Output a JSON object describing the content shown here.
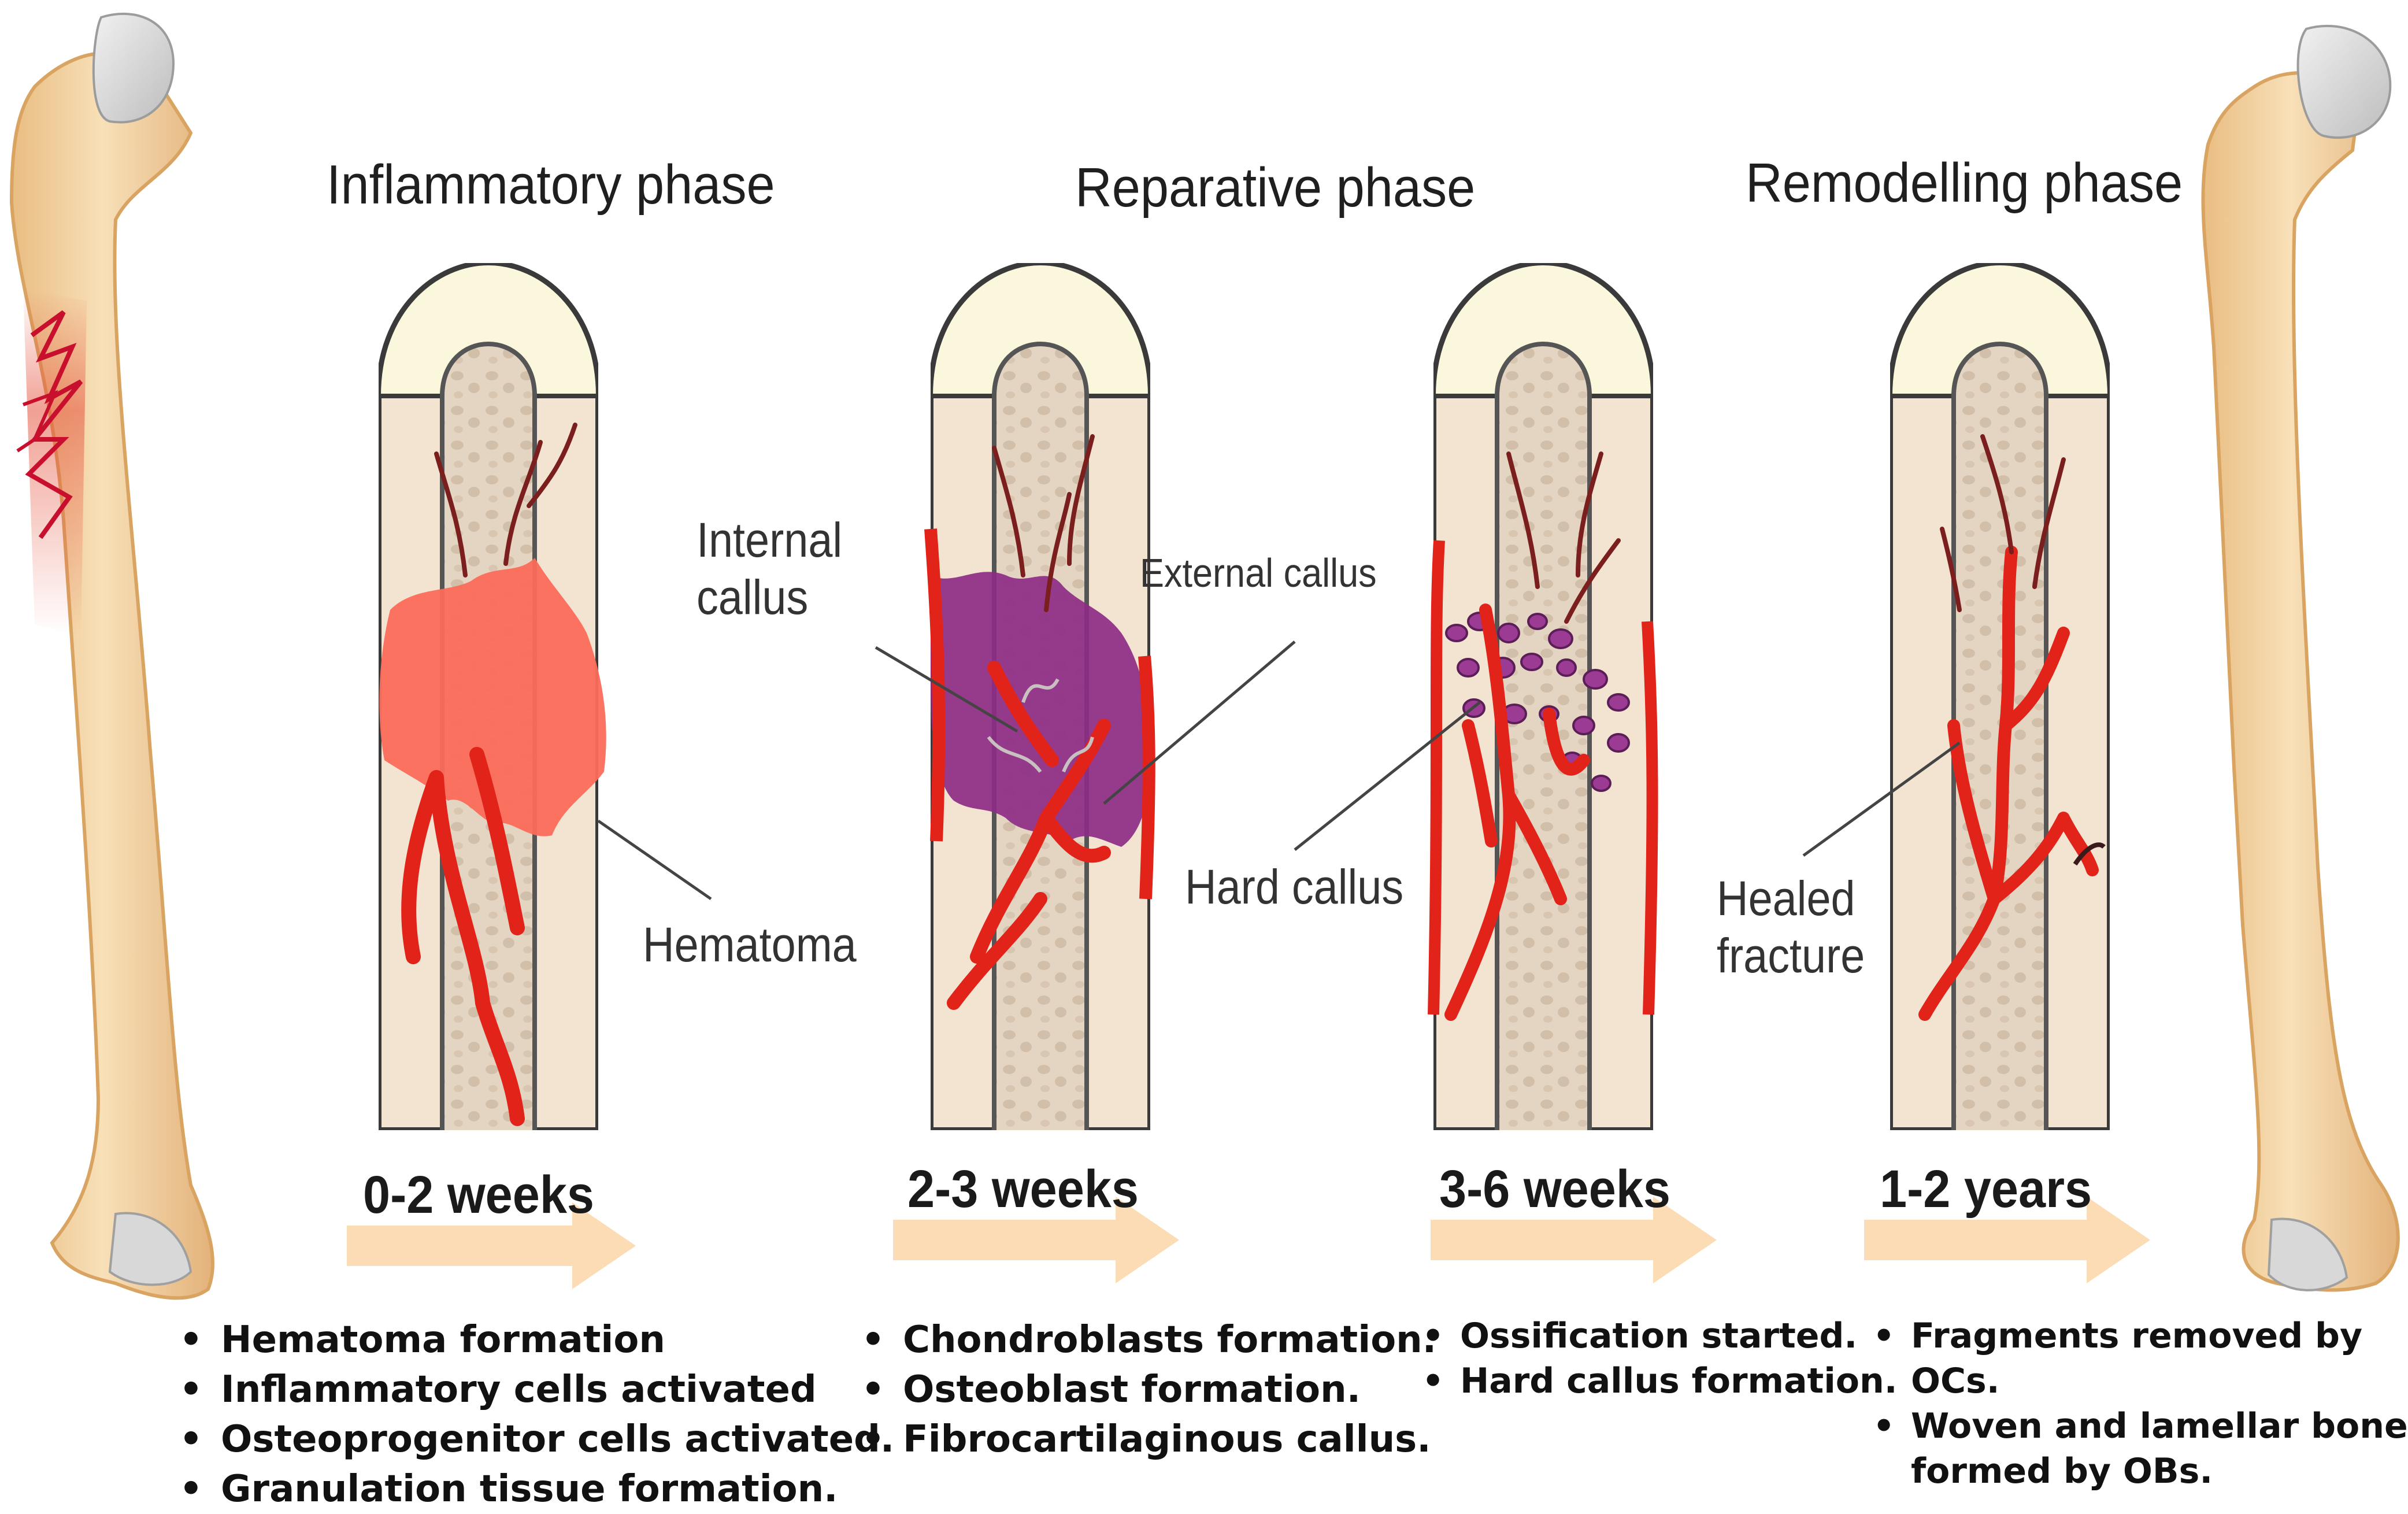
{
  "phases": {
    "inflammatory": "Inflammatory phase",
    "reparative": "Reparative phase",
    "remodelling": "Remodelling phase"
  },
  "labels": {
    "internal_callus": "Internal\ncallus",
    "external_callus": "External callus",
    "hematoma": "Hematoma",
    "hard_callus": "Hard callus",
    "healed_fracture": "Healed\nfracture"
  },
  "times": [
    "0-2 weeks",
    "2-3 weeks",
    "3-6 weeks",
    "1-2 years"
  ],
  "bullets": {
    "stage1": [
      "Hematoma formation",
      "Inflammatory cells activated",
      "Osteoprogenitor cells activated.",
      "Granulation tissue formation."
    ],
    "stage2": [
      "Chondroblasts formation.",
      "Osteoblast formation.",
      "Fibrocartilaginous callus."
    ],
    "stage3": [
      "Ossification started.",
      "Hard callus formation."
    ],
    "stage4": [
      "Fragments removed by\nOCs.",
      "Woven and lamellar bone\nformed by OBs."
    ]
  },
  "colors": {
    "bone_outer": "#f3e4d2",
    "bone_inner": "#e3d3c0",
    "cartilage_cap": "#fbf7dc",
    "blood_vessel": "#e2231a",
    "hematoma": "#fb6b5b",
    "callus": "#8e2c86",
    "arrow": "#fcdcb4",
    "femur": "#f2d3a3"
  }
}
